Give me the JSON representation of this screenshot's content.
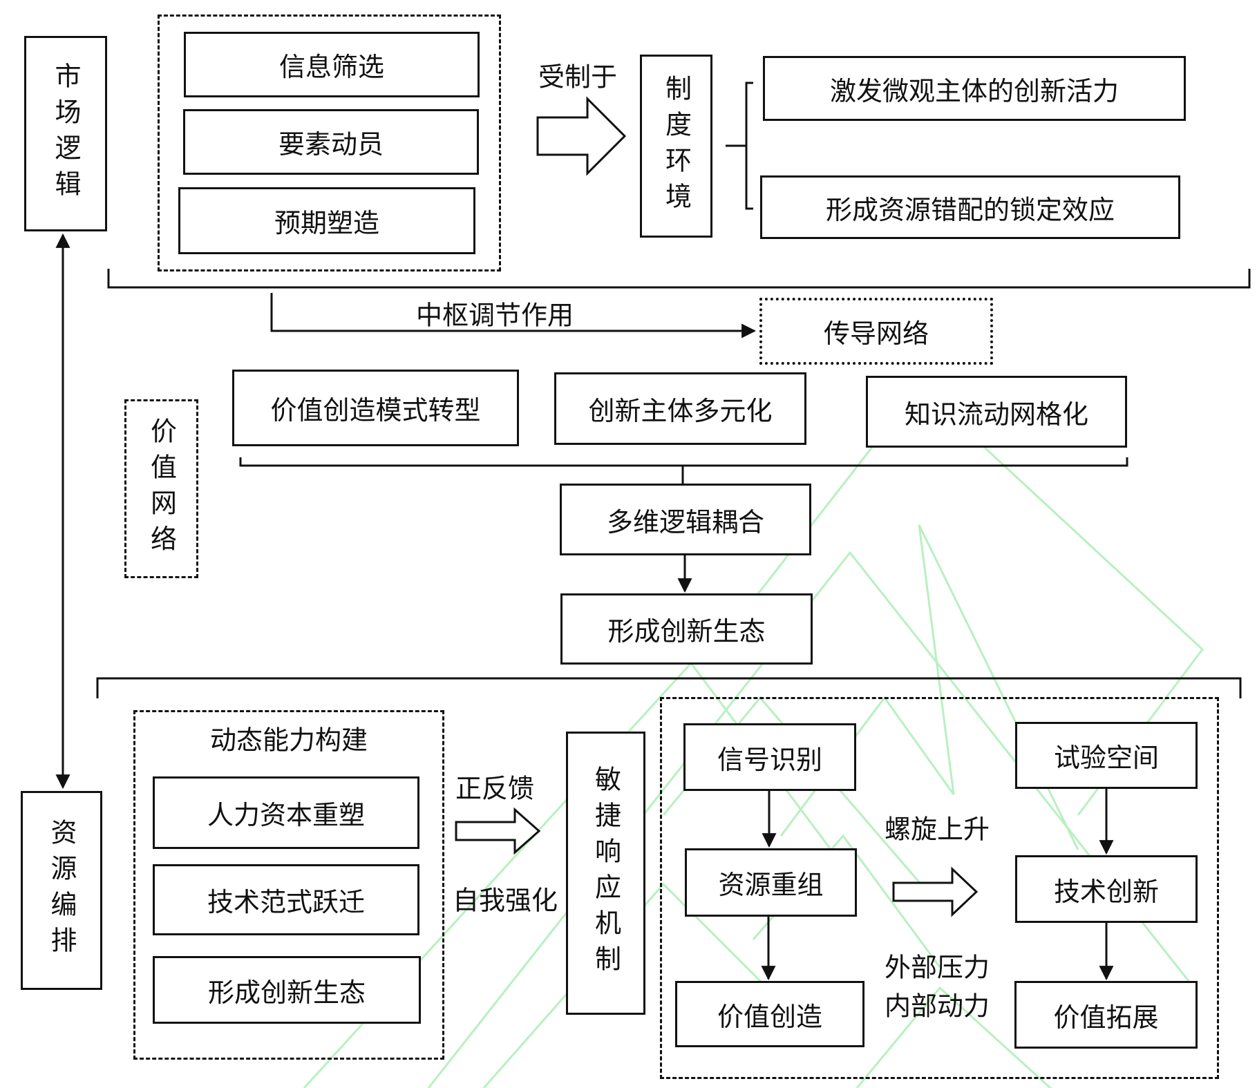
{
  "colors": {
    "stroke": "#111111",
    "watermark": "#b8f0c0"
  },
  "market_logic": {
    "title": "市场逻辑"
  },
  "market_items": [
    "信息筛选",
    "要素动员",
    "预期塑造"
  ],
  "constrained_label": "受制于",
  "institution": {
    "title": "制度环境",
    "effects": [
      "激发微观主体的创新活力",
      "形成资源错配的锁定效应"
    ]
  },
  "hub_label": "中枢调节作用",
  "conduction_network": "传导网络",
  "value_network": {
    "title": "价值网络",
    "items": [
      "价值创造模式转型",
      "创新主体多元化",
      "知识流动网格化"
    ]
  },
  "coupling": "多维逻辑耦合",
  "ecosystem": "形成创新生态",
  "resource_orchestration": {
    "title": "资源编排"
  },
  "dynamic_capability": {
    "title": "动态能力构建",
    "items": [
      "人力资本重塑",
      "技术范式跃迁",
      "形成创新生态"
    ]
  },
  "feedback_labels": {
    "top": "正反馈",
    "bottom": "自我强化"
  },
  "agile_mechanism": "敏捷响应机制",
  "left_chain": [
    "信号识别",
    "资源重组",
    "价值创造"
  ],
  "right_chain": [
    "试验空间",
    "技术创新",
    "价值拓展"
  ],
  "middle_labels": {
    "spiral": "螺旋上升",
    "external": "外部压力",
    "internal": "内部动力"
  }
}
